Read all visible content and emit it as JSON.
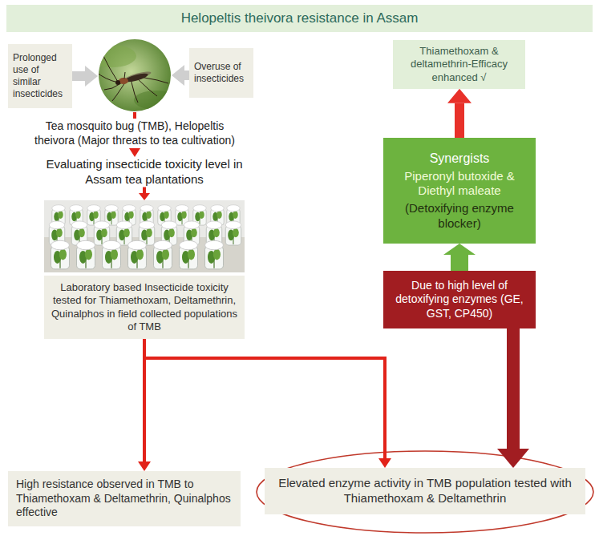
{
  "diagram": {
    "title": "Helopeltis theivora resistance in Assam",
    "nodes": [
      {
        "text": [
          "Prolonged use of similar insecticides"
        ]
      },
      {
        "text": [
          "Tea mosquito bug (TMB), Helopeltis theivora (Major threats to tea cultivation)"
        ]
      },
      {
        "text": [
          "Overuse of insecticides"
        ]
      },
      {
        "text": [
          "Thiamethoxam & deltamethrin-Efficacy enhanced √"
        ]
      },
      {
        "text": [
          "Synergists",
          "Piperonyl butoxide & Diethyl maleate",
          "(Detoxifying enzyme blocker)"
        ]
      },
      {
        "text": [
          "Evaluating insecticide toxicity level in Assam tea plantations"
        ]
      },
      {
        "text": [
          "Due to high level of detoxifying enzymes (GE, GST, CP450)"
        ]
      },
      {
        "text": [
          "Laboratory based Insecticide toxicity tested for Thiamethoxam, Deltamethrin, Quinalphos in field collected populations of TMB"
        ]
      },
      {
        "text": [
          "High resistance observed in TMB to Thiamethoxam & Deltamethrin, Quinalphos effective"
        ]
      },
      {
        "text": [
          "Elevated enzyme activity in TMB population tested with Thiamethoxam & Deltamethrin"
        ]
      }
    ],
    "edges": [
      {
        "from": 0,
        "to": 1,
        "arrow": "to"
      },
      {
        "from": 2,
        "to": 1,
        "arrow": "to"
      },
      {
        "from": 1,
        "to": 5,
        "arrow": "to"
      },
      {
        "from": 5,
        "to": 7,
        "arrow": "to"
      },
      {
        "from": 7,
        "to": 8,
        "arrow": "to"
      },
      {
        "from": 7,
        "to": 9,
        "arrow": "to"
      },
      {
        "from": 4,
        "to": 3,
        "arrow": "to"
      },
      {
        "from": 6,
        "to": 4,
        "arrow": "to"
      },
      {
        "from": 6,
        "to": 9,
        "arrow": "to"
      }
    ]
  }
}
